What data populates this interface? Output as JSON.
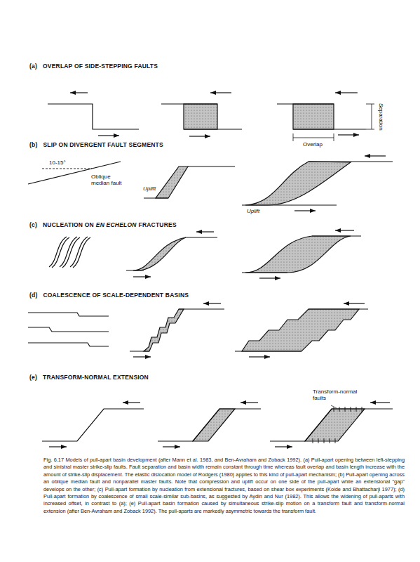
{
  "diagram": {
    "caption": "Fig. 6.17 Models of pull-apart basin development (after Mann et al. 1983, and Ben-Avraham and Zoback 1992). (a) Pull-apart opening between left-stepping and sinistral master strike-slip faults. Fault separation and basin width remain constant through time whereas fault overlap and basin length increase with the amount of strike-slip displacement. The elastic dislocation model of Rodgers (1980) applies to this kind of pull-apart mechanism; (b) Pull-apart opening across an oblique median fault and nonparallel master faults. Note that compression and uplift occur on one side of the pull-apart while an extensional \"gap\" develops on the other; (c) Pull-apart formation by nucleation from extensional fractures, based on shear box experiments (Koide and Bhattacharji 1977); (d) Pull-apart formation by coalescence of small scale-similar sub-basins, as suggested by Aydin and Nur (1982). This allows the widening of pull-aparts with increased offset, in contrast to (a); (e) Pull-apart basin formation caused by simultaneous strike-slip motion on a transform fault and transform-normal extension (after Ben-Avraham and Zoback 1992). The pull-aparts are markedly asymmetric towards the transform fault.",
    "labels": [
      "(a)",
      "OVERLAP OF SIDE-STEPPING FAULTS",
      "Separation",
      "Overlap",
      "(b)",
      "SLIP ON DIVERGENT FAULT SEGMENTS",
      "10-15°",
      "Oblique median fault",
      "Uplift",
      "Uplift",
      "(c)",
      "NUCLEATION ON",
      "EN ECHELON",
      "FRACTURES",
      "(d)",
      "COALESCENCE OF SCALE-DEPENDENT BASINS",
      "(e)",
      "TRANSFORM-NORMAL EXTENSION",
      "Transform-normal faults"
    ]
  }
}
